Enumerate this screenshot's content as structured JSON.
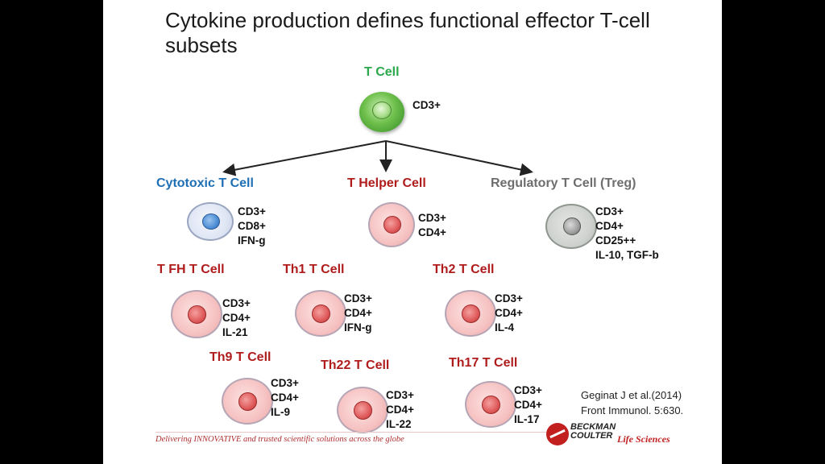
{
  "title": "Cytokine production defines functional effector T-cell subsets",
  "root": {
    "name": "T Cell",
    "markers": [
      "CD3+"
    ]
  },
  "level1": [
    {
      "name": "Cytotoxic T Cell",
      "markers": [
        "CD3+",
        "CD8+",
        "IFN-g"
      ]
    },
    {
      "name": "T Helper Cell",
      "markers": [
        "CD3+",
        "CD4+"
      ]
    },
    {
      "name": "Regulatory T Cell (Treg)",
      "markers": [
        "CD3+",
        "CD4+",
        "CD25++",
        "IL-10, TGF-b"
      ]
    }
  ],
  "helper_subsets": [
    {
      "name": "T FH T Cell",
      "markers": [
        "CD3+",
        "CD4+",
        "IL-21"
      ]
    },
    {
      "name": "Th1 T Cell",
      "markers": [
        "CD3+",
        "CD4+",
        "IFN-g"
      ]
    },
    {
      "name": "Th2 T Cell",
      "markers": [
        "CD3+",
        "CD4+",
        "IL-4"
      ]
    },
    {
      "name": "Th9 T Cell",
      "markers": [
        "CD3+",
        "CD4+",
        "IL-9"
      ]
    },
    {
      "name": "Th22 T Cell",
      "markers": [
        "CD3+",
        "CD4+",
        "IL-22"
      ]
    },
    {
      "name": "Th17 T Cell",
      "markers": [
        "CD3+",
        "CD4+",
        "IL-17"
      ]
    }
  ],
  "citation": {
    "line1": "Geginat J et al.(2014)",
    "line2": "Front Immunol. 5:630."
  },
  "footer": {
    "tagline": "Delivering INNOVATIVE and trusted scientific solutions across the globe",
    "logo_line1": "BECKMAN",
    "logo_line2": "COULTER",
    "logo_suffix": "Life Sciences"
  },
  "colors": {
    "root": "#2aa84a",
    "cytotoxic": "#1f6fb5",
    "helper": "#b01c1c",
    "treg": "#6e6e6e"
  }
}
